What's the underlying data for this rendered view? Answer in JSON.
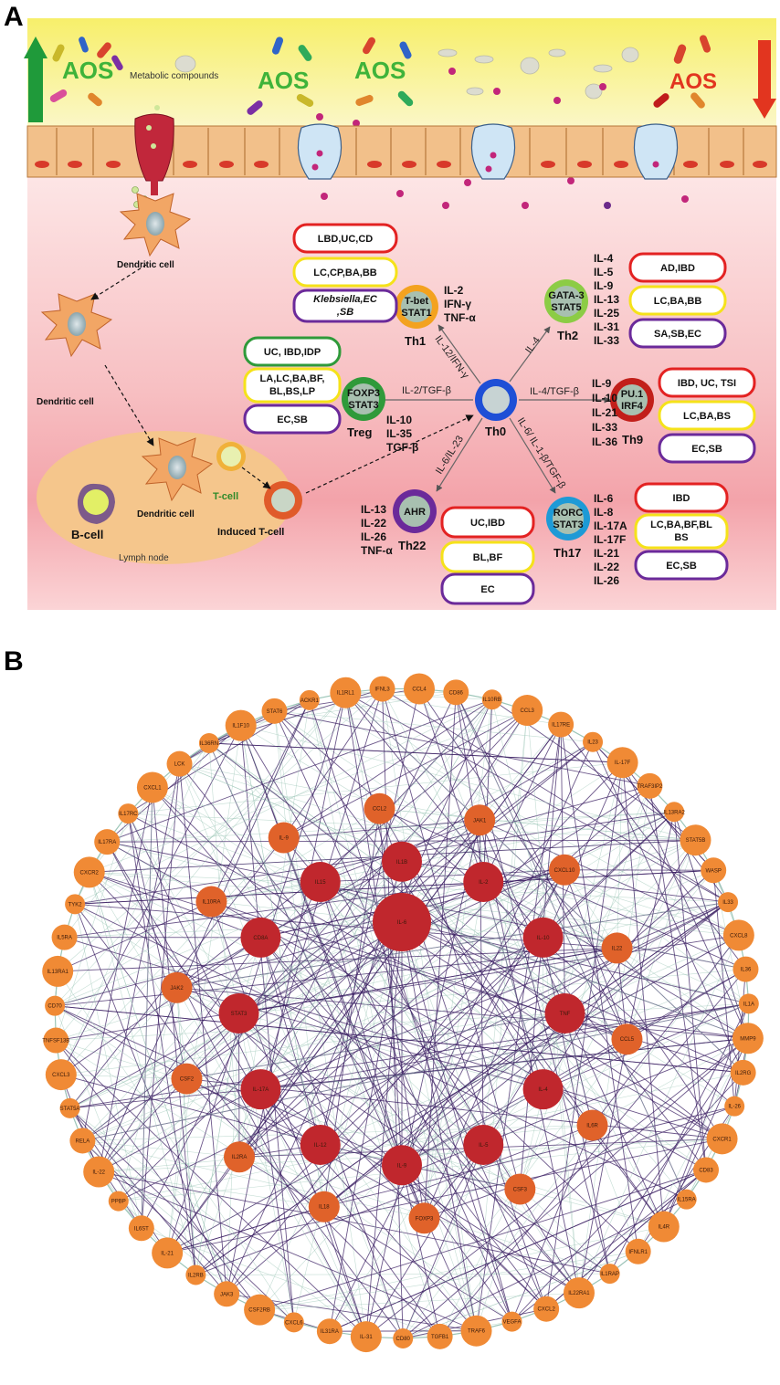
{
  "panel_a": {
    "letter": "A",
    "metabolic_label": "Metabolic compounds",
    "aos_labels": [
      "AOS",
      "AOS",
      "AOS",
      "AOS"
    ],
    "cells": {
      "dc1": "Dendritic cell",
      "dc2": "Dendritic cell",
      "dc3": "Dendritic cell",
      "tcell": "T-cell",
      "induced": "Induced T-cell",
      "bcell": "B-cell",
      "lymph": "Lymph node"
    },
    "th0": "Th0",
    "subsets": {
      "th1": {
        "name": "Th1",
        "tf": [
          "T-bet",
          "STAT1"
        ],
        "cytokines": [
          "IL-2",
          "IFN-γ",
          "TNF-α"
        ],
        "arrow": "IL-12/IFN-γ",
        "pills": [
          "LBD,UC,CD",
          "LC,CP,BA,BB",
          "Klebsiella,EC",
          ",SB"
        ]
      },
      "th2": {
        "name": "Th2",
        "tf": [
          "GATA-3",
          "STAT5"
        ],
        "cytokines": [
          "IL-4",
          "IL-5",
          "IL-9",
          "IL-13",
          "IL-25",
          "IL-31",
          "IL-33"
        ],
        "arrow": "IL-4",
        "pills": [
          "AD,IBD",
          "LC,BA,BB",
          "SA,SB,EC"
        ]
      },
      "treg": {
        "name": "Treg",
        "tf": [
          "FOXP3",
          "STAT3"
        ],
        "cytokines": [
          "IL-10",
          "IL-35",
          "TGF-β"
        ],
        "arrow": "IL-2/TGF-β",
        "pills": [
          "UC, IBD,IDP",
          "LA,LC,BA,BF,",
          "BL,BS,LP",
          "EC,SB"
        ]
      },
      "th9": {
        "name": "Th9",
        "tf": [
          "PU.1",
          "IRF4"
        ],
        "cytokines": [
          "IL-9",
          "IL-10",
          "IL-21",
          "IL-33",
          "IL-36"
        ],
        "arrow": "IL-4/TGF-β",
        "pills": [
          "IBD, UC, TSI",
          "LC,BA,BS",
          "EC,SB"
        ]
      },
      "th22": {
        "name": "Th22",
        "tf": [
          "AHR"
        ],
        "cytokines": [
          "IL-13",
          "IL-22",
          "IL-26",
          "TNF-α"
        ],
        "arrow": "IL-6/IL-23",
        "pills": [
          "UC,IBD",
          "BL,BF",
          "EC"
        ]
      },
      "th17": {
        "name": "Th17",
        "tf": [
          "RORC",
          "STAT3"
        ],
        "cytokines": [
          "IL-6",
          "IL-8",
          "IL-17A",
          "IL-17F",
          "IL-21",
          "IL-22",
          "IL-26"
        ],
        "arrow": "IL-6/ IL-1-β/TGF-β",
        "pills": [
          "IBD",
          "LC,BA,BF,BL",
          "BS",
          "EC,SB"
        ]
      }
    }
  },
  "panel_b": {
    "letter": "B",
    "colors": {
      "core": "#c0272d",
      "mid": "#e0622a",
      "outer": "#f08a35",
      "edge_dark": "#3b1f63",
      "edge_light": "#9cc6b8"
    },
    "core_nodes": [
      "IL-6",
      "IL1B",
      "IL-2",
      "IL-10",
      "TNF",
      "IL-4",
      "IL-5",
      "IL-9",
      "IL-12",
      "IL-17A",
      "STAT3",
      "CD8A",
      "IL15"
    ],
    "mid_nodes": [
      "JAK1",
      "CXCL10",
      "IL22",
      "CCL5",
      "IL6R",
      "CSF3",
      "FOXP3",
      "IL18",
      "IL2RA",
      "CSF2",
      "JAK2",
      "IL10RA",
      "IL-9",
      "CCL2"
    ],
    "outer_nodes": [
      "CCL4",
      "CD86",
      "IL10RB",
      "CCL3",
      "IL17RE",
      "IL23",
      "IL-17F",
      "TRAF3IP2",
      "IL13RA2",
      "STAT5B",
      "WASP",
      "IL33",
      "CXCL8",
      "IL36",
      "IL1A",
      "MMP9",
      "IL2RG",
      "IL-26",
      "CXCR1",
      "CD83",
      "IL15RA",
      "IL4R",
      "IFNLR1",
      "IL1RAP",
      "IL22RA1",
      "CXCL2",
      "VEGFA",
      "TRAF6",
      "TGFB1",
      "CD80",
      "IL-31",
      "IL31RA",
      "CXCL6",
      "CSF2RB",
      "JAK3",
      "IL2RB",
      "IL-21",
      "IL6ST",
      "PPBP",
      "IL-22",
      "RELA",
      "STAT5A",
      "CXCL3",
      "TNFSF13B",
      "CD70",
      "IL13RA1",
      "IL5RA",
      "TYK2",
      "CXCR2",
      "IL17RA",
      "IL17RC",
      "CXCL1",
      "LCK",
      "IL36RN",
      "IL1F10",
      "STAT6",
      "ACKR1",
      "IL1RL1",
      "IFNL3"
    ]
  }
}
